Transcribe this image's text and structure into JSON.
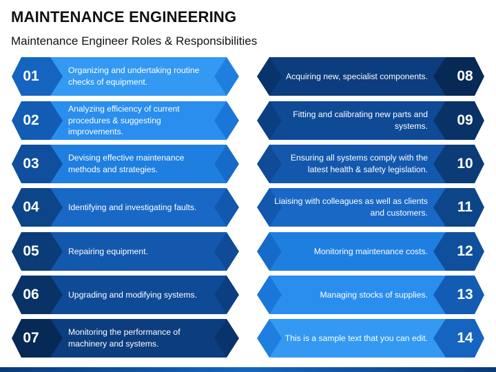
{
  "title": "MAINTENANCE ENGINEERING",
  "subtitle": "Maintenance Engineer Roles & Responsibilities",
  "left_items": [
    {
      "num": "01",
      "text": "Organizing and undertaking routine checks of equipment.",
      "body": "#3399f2",
      "chev": "#1f7fe0",
      "badge": "#1565c0"
    },
    {
      "num": "02",
      "text": "Analyzing efficiency of current procedures & suggesting improvements.",
      "body": "#2a8eee",
      "chev": "#1a76d8",
      "badge": "#135cb4"
    },
    {
      "num": "03",
      "text": "Devising effective maintenance methods and strategies.",
      "body": "#1f7fe0",
      "chev": "#176bc8",
      "badge": "#0f4f9e"
    },
    {
      "num": "04",
      "text": "Identifying and investigating faults.",
      "body": "#1968c6",
      "chev": "#1258ac",
      "badge": "#0d4589"
    },
    {
      "num": "05",
      "text": "Repairing equipment.",
      "body": "#1458ae",
      "chev": "#0f4b96",
      "badge": "#0b3c77"
    },
    {
      "num": "06",
      "text": "Upgrading and modifying systems.",
      "body": "#0f4a96",
      "chev": "#0c3f81",
      "badge": "#093266"
    },
    {
      "num": "07",
      "text": "Monitoring the performance of machinery and systems.",
      "body": "#0c3d7e",
      "chev": "#09336b",
      "badge": "#072956"
    }
  ],
  "right_items": [
    {
      "num": "08",
      "text": "Acquiring new, specialist components.",
      "body": "#0c3d7e",
      "chev": "#09336b",
      "badge": "#072956"
    },
    {
      "num": "09",
      "text": "Fitting and calibrating new parts and systems.",
      "body": "#0f4a96",
      "chev": "#0c3f81",
      "badge": "#093266"
    },
    {
      "num": "10",
      "text": "Ensuring all systems comply with the latest health & safety legislation.",
      "body": "#1458ae",
      "chev": "#0f4b96",
      "badge": "#0b3c77"
    },
    {
      "num": "11",
      "text": "Liaising with colleagues as well as clients and customers.",
      "body": "#1968c6",
      "chev": "#1258ac",
      "badge": "#0d4589"
    },
    {
      "num": "12",
      "text": "Monitoring maintenance costs.",
      "body": "#1f7fe0",
      "chev": "#176bc8",
      "badge": "#0f4f9e"
    },
    {
      "num": "13",
      "text": "Managing stocks of supplies.",
      "body": "#2a8eee",
      "chev": "#1a76d8",
      "badge": "#135cb4"
    },
    {
      "num": "14",
      "text": "This is a sample text that you can edit.",
      "body": "#3399f2",
      "chev": "#1f7fe0",
      "badge": "#1565c0"
    }
  ]
}
